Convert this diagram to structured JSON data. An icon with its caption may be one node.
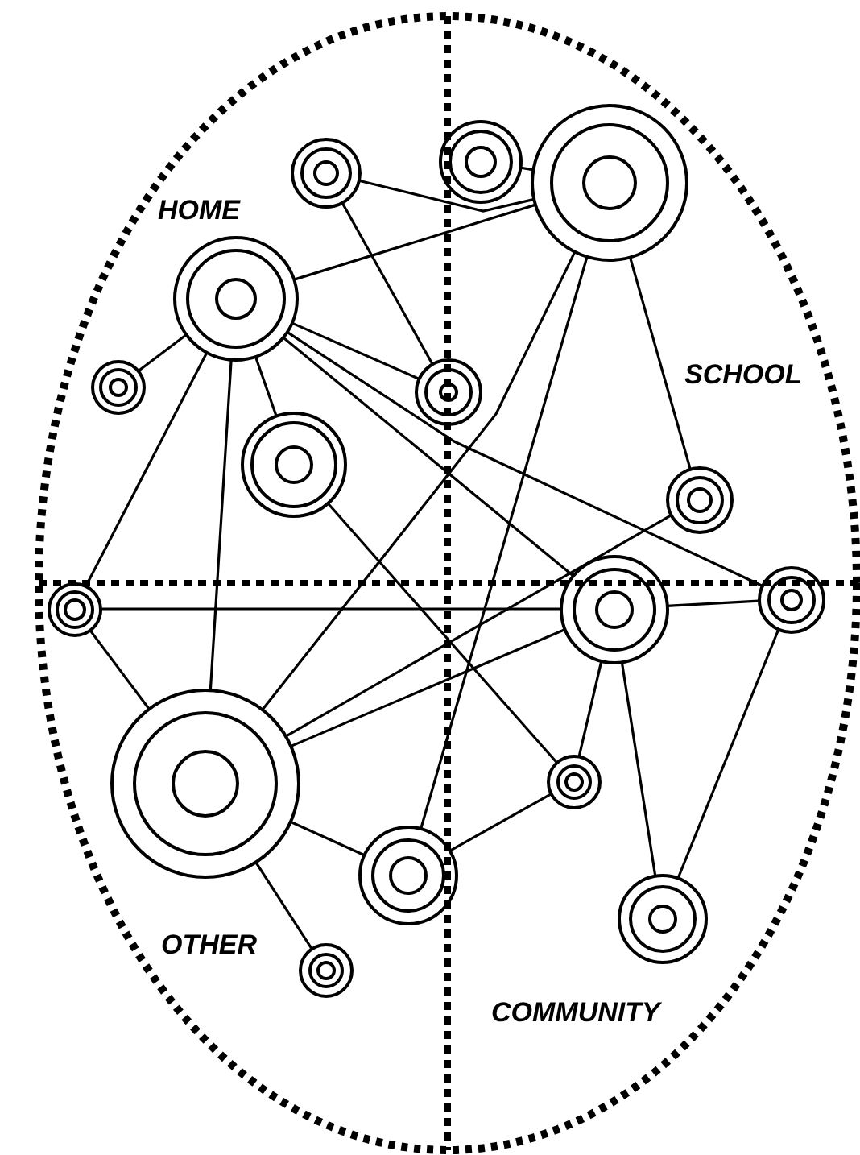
{
  "diagram": {
    "nodes": [
      {
        "text": [],
        "shape": "circle"
      },
      {
        "text": [],
        "shape": "circle"
      },
      {
        "text": [],
        "shape": "circle"
      },
      {
        "text": [],
        "shape": "circle"
      },
      {
        "text": [],
        "shape": "circle"
      },
      {
        "text": [],
        "shape": "circle"
      },
      {
        "text": [],
        "shape": "circle"
      },
      {
        "text": [],
        "shape": "circle"
      },
      {
        "text": [],
        "shape": "circle"
      },
      {
        "text": [],
        "shape": "circle"
      },
      {
        "text": [],
        "shape": "circle"
      },
      {
        "text": [],
        "shape": "circle"
      },
      {
        "text": [],
        "shape": "circle"
      },
      {
        "text": [],
        "shape": "circle"
      },
      {
        "text": [],
        "shape": "circle"
      },
      {
        "text": [],
        "shape": "circle"
      }
    ],
    "edges": [
      {
        "from": 0,
        "to": 2,
        "arrow": "none"
      },
      {
        "from": 0,
        "to": 5,
        "arrow": "none"
      },
      {
        "from": 1,
        "to": 2,
        "arrow": "none"
      },
      {
        "from": 3,
        "to": 2,
        "arrow": "none"
      },
      {
        "from": 3,
        "to": 4,
        "arrow": "none"
      },
      {
        "from": 3,
        "to": 6,
        "arrow": "none"
      },
      {
        "from": 3,
        "to": 5,
        "arrow": "none"
      },
      {
        "from": 3,
        "to": 9,
        "arrow": "none"
      },
      {
        "from": 3,
        "to": 10,
        "arrow": "none"
      },
      {
        "from": 3,
        "to": 8,
        "arrow": "none"
      },
      {
        "from": 3,
        "to": 11,
        "arrow": "none"
      },
      {
        "from": 2,
        "to": 11,
        "arrow": "none"
      },
      {
        "from": 2,
        "to": 13,
        "arrow": "none"
      },
      {
        "from": 2,
        "to": 7,
        "arrow": "none"
      },
      {
        "from": 7,
        "to": 11,
        "arrow": "none"
      },
      {
        "from": 8,
        "to": 10,
        "arrow": "none"
      },
      {
        "from": 8,
        "to": 11,
        "arrow": "none"
      },
      {
        "from": 10,
        "to": 11,
        "arrow": "none"
      },
      {
        "from": 11,
        "to": 13,
        "arrow": "none"
      },
      {
        "from": 11,
        "to": 15,
        "arrow": "none"
      },
      {
        "from": 6,
        "to": 12,
        "arrow": "none"
      },
      {
        "from": 12,
        "to": 10,
        "arrow": "none"
      },
      {
        "from": 12,
        "to": 13,
        "arrow": "none"
      },
      {
        "from": 10,
        "to": 9,
        "arrow": "none"
      },
      {
        "from": 10,
        "to": 14,
        "arrow": "none"
      },
      {
        "from": 9,
        "to": 14,
        "arrow": "none"
      }
    ],
    "labels": [
      "HOME",
      "SCHOOL",
      "OTHER",
      "COMMUNITY"
    ]
  }
}
